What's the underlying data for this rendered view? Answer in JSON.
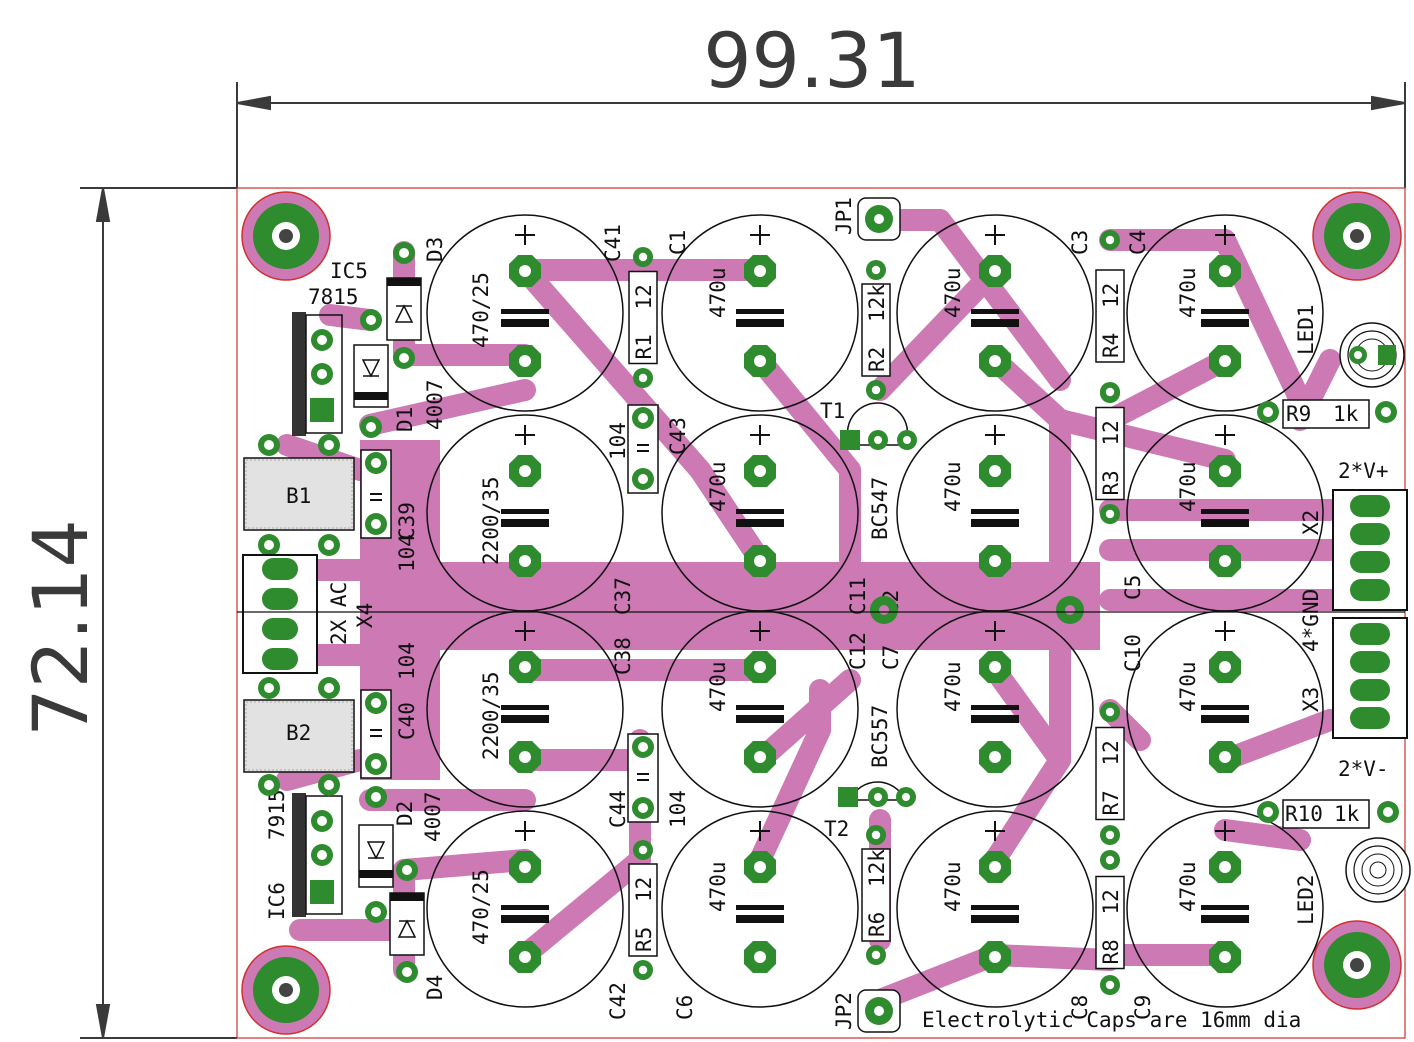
{
  "dimensions": {
    "width": "99.31",
    "height": "72.14"
  },
  "note": "Electrolytic Caps are 16mm dia",
  "colors": {
    "track": "#cc79b4",
    "pad": "#2e8b2e",
    "outline": "#111111",
    "edge": "#d23030",
    "dimension": "#3a3a3a"
  },
  "regulators": [
    {
      "ref": "IC5",
      "value": "7815"
    },
    {
      "ref": "IC6",
      "value": "7915"
    }
  ],
  "diodes": [
    {
      "ref": "D1",
      "value": "4007"
    },
    {
      "ref": "D2",
      "value": "4007"
    },
    {
      "ref": "D3",
      "value": ""
    },
    {
      "ref": "D4",
      "value": ""
    }
  ],
  "bridges": [
    "B1",
    "B2"
  ],
  "small_caps": [
    {
      "ref": "C39",
      "value": "104"
    },
    {
      "ref": "C40",
      "value": "104"
    },
    {
      "ref": "C43",
      "value": "104"
    },
    {
      "ref": "C44",
      "value": "104"
    }
  ],
  "electrolytics": {
    "row1": [
      {
        "ref": "C41",
        "value": "470/25"
      },
      {
        "ref": "C1",
        "value": "470u"
      },
      {
        "ref": "C3",
        "value": "470u"
      },
      {
        "ref": "C4",
        "value": "470u"
      }
    ],
    "row2": [
      {
        "ref": "C37",
        "value": "2200/35"
      },
      {
        "ref": "C11",
        "value": "470u"
      },
      {
        "ref": "C2",
        "value": "470u"
      },
      {
        "ref": "C5",
        "value": "470u"
      }
    ],
    "row3": [
      {
        "ref": "C38",
        "value": "2200/35"
      },
      {
        "ref": "C12",
        "value": "470u"
      },
      {
        "ref": "C7",
        "value": "470u"
      },
      {
        "ref": "C10",
        "value": "470u"
      }
    ],
    "row4": [
      {
        "ref": "C42",
        "value": "470/25"
      },
      {
        "ref": "C6",
        "value": "470u"
      },
      {
        "ref": "C8",
        "value": "470u"
      },
      {
        "ref": "C9",
        "value": "470u"
      }
    ]
  },
  "resistors": [
    {
      "ref": "R1",
      "value": "12"
    },
    {
      "ref": "R2",
      "value": "12k"
    },
    {
      "ref": "R3",
      "value": "12"
    },
    {
      "ref": "R4",
      "value": "12"
    },
    {
      "ref": "R5",
      "value": "12"
    },
    {
      "ref": "R6",
      "value": "12k"
    },
    {
      "ref": "R7",
      "value": "12"
    },
    {
      "ref": "R8",
      "value": "12"
    },
    {
      "ref": "R9",
      "value": "1k"
    },
    {
      "ref": "R10",
      "value": "1k"
    }
  ],
  "transistors": [
    {
      "ref": "T1",
      "value": "BC547"
    },
    {
      "ref": "T2",
      "value": "BC557"
    }
  ],
  "jumpers": [
    "JP1",
    "JP2"
  ],
  "leds": [
    "LED1",
    "LED2"
  ],
  "connectors": {
    "X4": {
      "ref": "X4",
      "label": "2X AC"
    },
    "X2": {
      "ref": "X2",
      "label": "2*V+"
    },
    "X3": {
      "ref": "X3",
      "label": "2*V-"
    },
    "gnd_label": "4*GND"
  }
}
